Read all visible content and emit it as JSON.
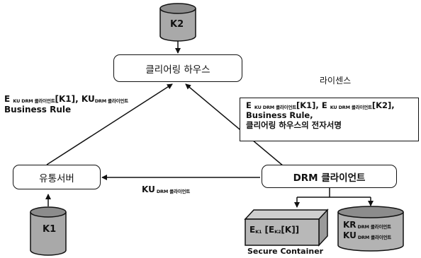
{
  "clearing_house": "클리어링 하우스",
  "distribution_server": "유통서버",
  "drm_client": "DRM 클라이언트",
  "k2_label": "K2",
  "k1_label": "K1",
  "license_label": "라이센스",
  "secure_container_label": "Secure Container",
  "left_edge": {
    "e_prefix": "E",
    "ku": "KU",
    "drm_client_sub": "DRM 클라이언트",
    "k1_arg": "[K1], ",
    "ku2": "KU",
    "business_rule": "Business Rule"
  },
  "license_box": {
    "e_prefix": "E",
    "ku": "KU",
    "drm_client_sub": "DRM 클라이언트",
    "k1_arg": "[K1], ",
    "e_prefix2": "E",
    "ku2": "KU",
    "k2_arg": "[K2],",
    "business_rule": "Business Rule,",
    "signature": "클리어링 하우스의 전자서명"
  },
  "bottom_edge": {
    "ku": "KU",
    "drm_client_sub": "DRM 클라이언트"
  },
  "secure_box": {
    "e_prefix": "E",
    "k1": "K1",
    "bracket_open": " [E",
    "k2": "K2",
    "bracket_close": "[K]]"
  },
  "keys_db": {
    "kr": "KR",
    "ku": "KU",
    "drm_client_sub": "DRM 클라이언트"
  }
}
